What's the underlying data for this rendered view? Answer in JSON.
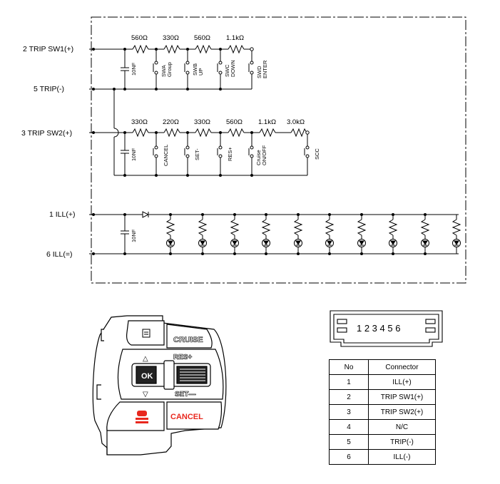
{
  "pins": {
    "trip_sw1": "2 TRIP SW1(+)",
    "trip_minus": "5  TRIP(-)",
    "trip_sw2": "3  TRIP SW2(+)",
    "ill_plus": "1  ILL(+)",
    "ill_minus": "6  ILL(=)"
  },
  "row1": {
    "cap": "10NF",
    "resistors": [
      "560Ω",
      "330Ω",
      "560Ω",
      "1.1kΩ"
    ],
    "switches": [
      [
        "SWA",
        "Group"
      ],
      [
        "SWB",
        "UP"
      ],
      [
        "SWC",
        "DOWN"
      ],
      [
        "SWD",
        "ENTER"
      ]
    ]
  },
  "row2": {
    "cap": "10NF",
    "resistors": [
      "330Ω",
      "220Ω",
      "330Ω",
      "560Ω",
      "1.1kΩ",
      "3.0kΩ"
    ],
    "switches": [
      [
        "CANCEL"
      ],
      [
        "SET-"
      ],
      [
        "RES+"
      ],
      [
        "Cruise",
        "ON/OFF"
      ],
      [
        "SCC"
      ]
    ]
  },
  "row3": {
    "cap": "10NF"
  },
  "buttons": {
    "cruise": "CRUISE",
    "res": "RES+",
    "ok": "OK",
    "set": "SET—",
    "cancel": "CANCEL",
    "up": "△",
    "down": "▽"
  },
  "connector_numbers": "1 2 3 4 5 6",
  "colors": {
    "cancel_red": "#e8281e"
  },
  "table": {
    "headers": [
      "No",
      "Connector"
    ],
    "rows": [
      [
        "1",
        "ILL(+)"
      ],
      [
        "2",
        "TRIP SW1(+)"
      ],
      [
        "3",
        "TRIP SW2(+)"
      ],
      [
        "4",
        "N/C"
      ],
      [
        "5",
        "TRIP(-)"
      ],
      [
        "6",
        "ILL(-)"
      ]
    ]
  }
}
